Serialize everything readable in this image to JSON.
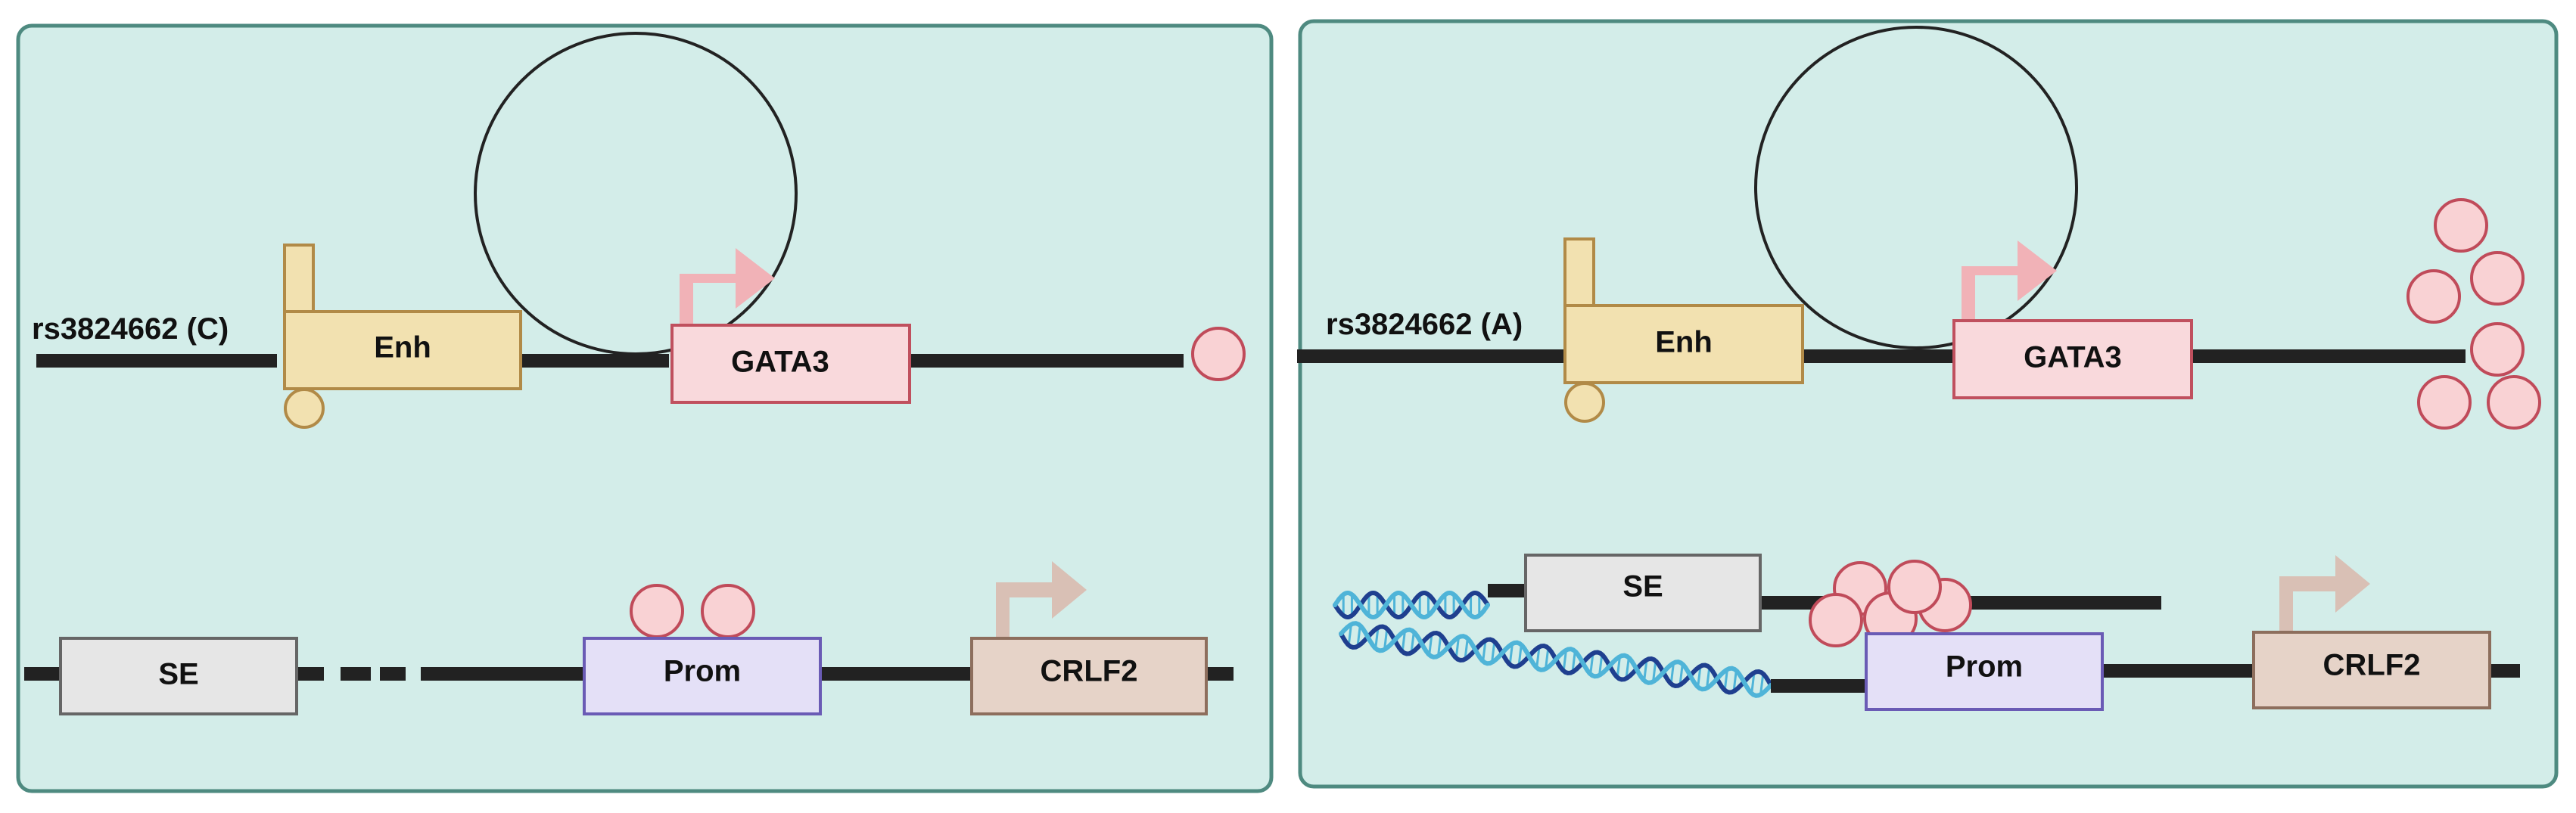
{
  "colors": {
    "panel_fill": "#d3ede9",
    "panel_stroke": "#4e8a80",
    "chromatin": "#222222",
    "enhancer_fill": "#f2e1b0",
    "enhancer_stroke": "#b18a47",
    "gata3_fill": "#f9d9dc",
    "gata3_stroke": "#c0505e",
    "se_fill": "#e6e6e6",
    "se_stroke": "#666666",
    "prom_fill": "#e4e0f7",
    "prom_stroke": "#6a5bb5",
    "crlf2_fill": "#e6d3c8",
    "crlf2_stroke": "#8d6e5d",
    "tf_fill": "#f9d2d4",
    "tf_stroke": "#c04b5a",
    "arrow_gata3": "#f1b2b7",
    "arrow_crlf2": "#d9c0b5",
    "dna_dark": "#1f3f8f",
    "dna_light": "#4fb4d8"
  },
  "icons": {
    "tss_arrow": "tss-arrow-icon",
    "transcription_factor": "transcription-factor-icon",
    "dna_helix": "dna-helix-icon",
    "chromatin_loop": "chromatin-loop-icon"
  },
  "panels": [
    {
      "id": "left",
      "snp_label": "rs3824662 (C)",
      "top_track": {
        "enhancer": "Enh",
        "gene": "GATA3",
        "tf_count": 1
      },
      "bottom_track": {
        "super_enhancer": "SE",
        "promoter": "Prom",
        "gene": "CRLF2",
        "tf_count": 2
      }
    },
    {
      "id": "right",
      "snp_label": "rs3824662 (A)",
      "top_track": {
        "enhancer": "Enh",
        "gene": "GATA3",
        "tf_count": 6
      },
      "bottom_track": {
        "super_enhancer": "SE",
        "promoter": "Prom",
        "gene": "CRLF2",
        "tf_count": 5
      }
    }
  ]
}
